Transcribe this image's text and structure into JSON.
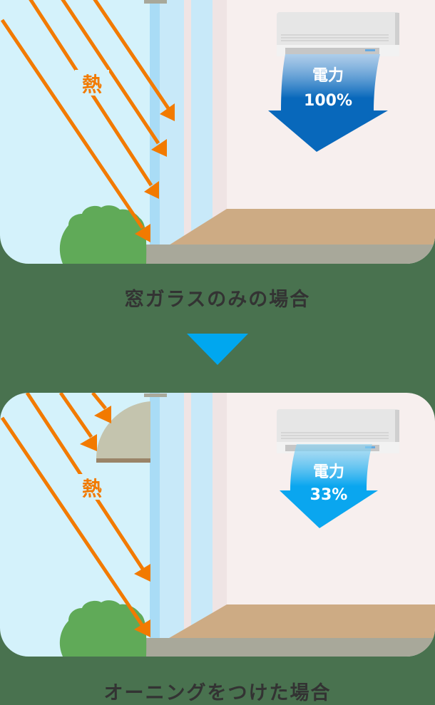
{
  "colors": {
    "background": "#49724f",
    "sky": "#d4f2fb",
    "wall": "#f7efee",
    "floor": "#cdab84",
    "base": "#a8a89a",
    "glass_dark": "#a9dcf6",
    "glass_light": "#c8e9f9",
    "heat_arrow": "#f27a00",
    "bush": "#60aa58",
    "awning": "#c4c4ae",
    "awning_edge": "#9a8468",
    "power_arrow_before": "#0868bb",
    "power_arrow_after": "#0aa6ef",
    "transition_arrow": "#00a7ef",
    "caption_text": "#333333"
  },
  "panels": [
    {
      "id": "glass-only",
      "heat_label": "熱",
      "power_label": "電力",
      "power_value": "100%",
      "heat_arrows_reaching_room": 4,
      "awning": false,
      "caption": "窓ガラスのみの場合"
    },
    {
      "id": "with-awning",
      "heat_label": "熱",
      "power_label": "電力",
      "power_value": "33%",
      "heat_arrows_reaching_room": 2,
      "heat_arrows_blocked": 2,
      "awning": true,
      "caption": "オーニングをつけた場合"
    }
  ],
  "transition": {
    "icon": "triangle-down"
  }
}
